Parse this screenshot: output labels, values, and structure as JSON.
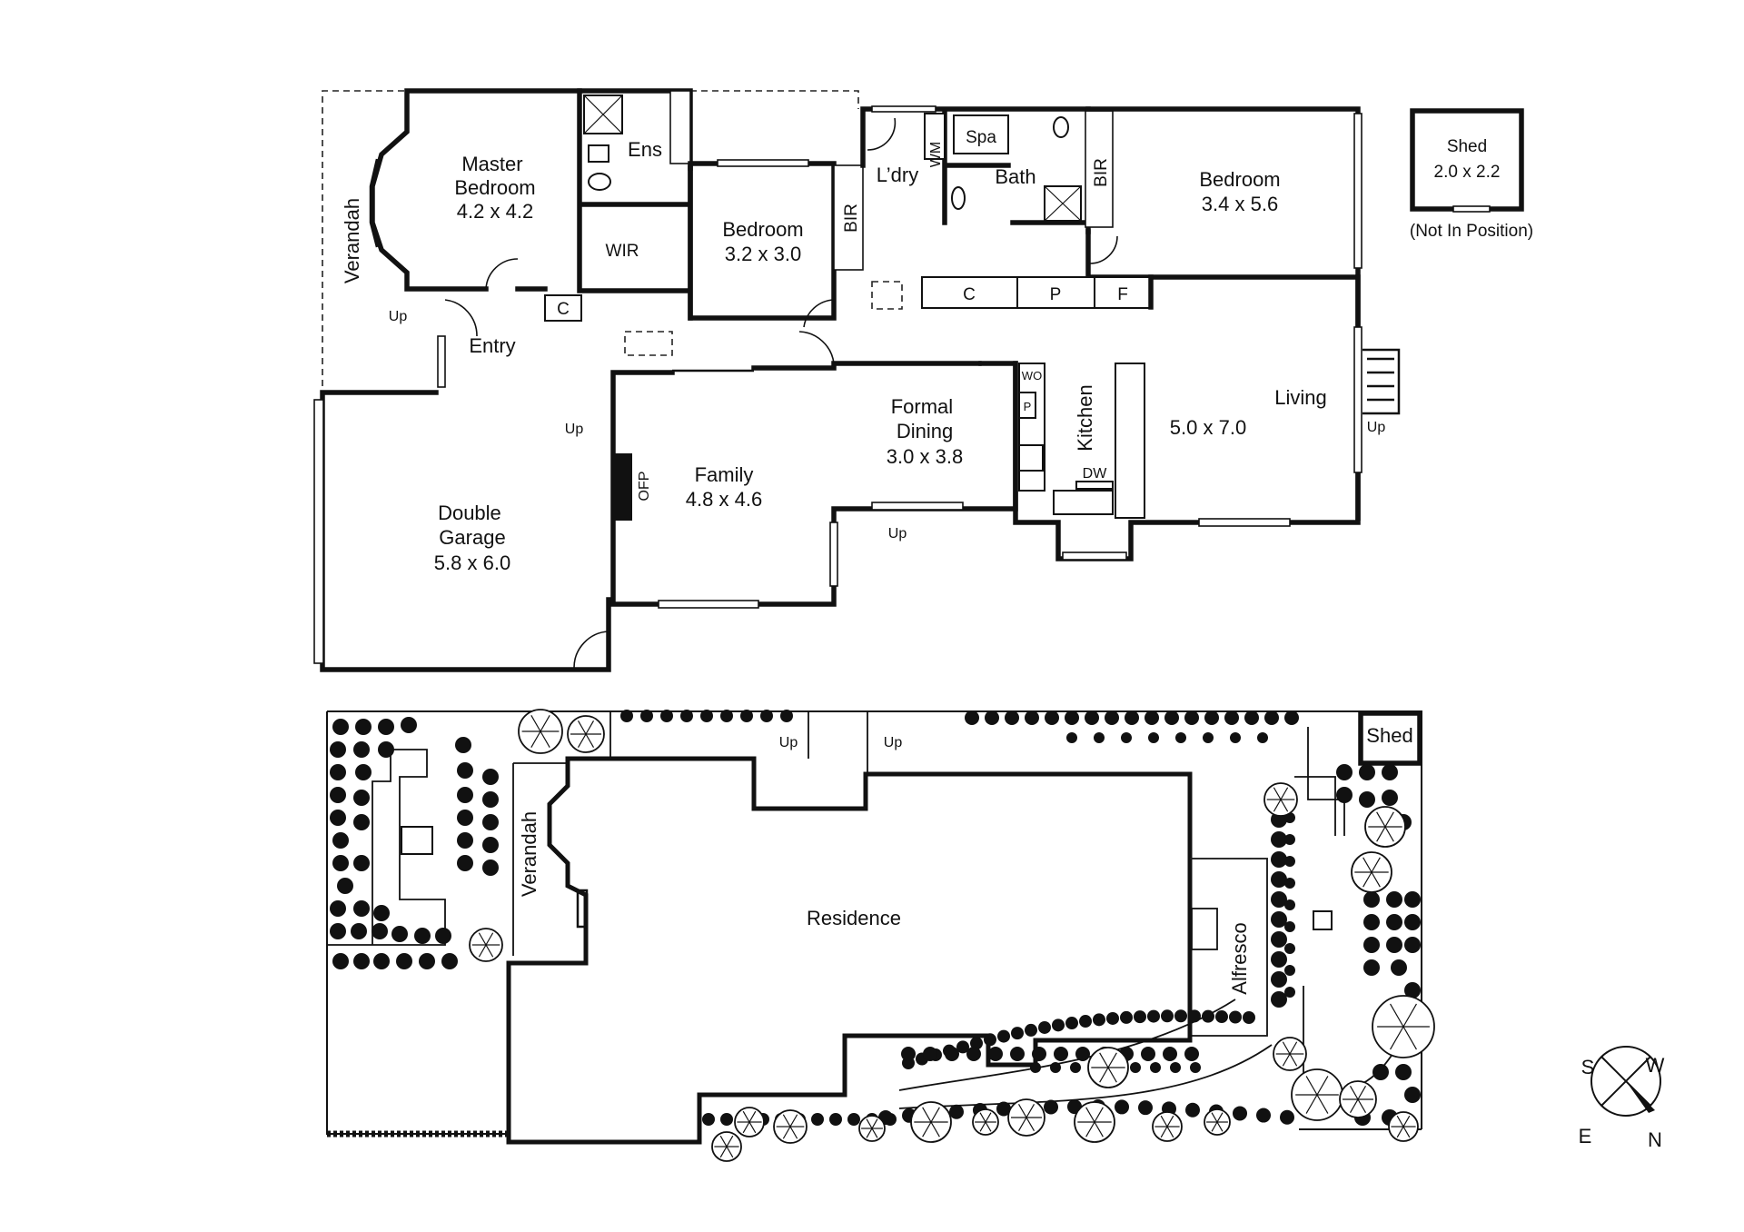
{
  "floorplan": {
    "rooms": [
      {
        "id": "master",
        "name": "Master\nBedroom",
        "size": "4.2 x 4.2"
      },
      {
        "id": "ens",
        "name": "Ens",
        "size": ""
      },
      {
        "id": "wir",
        "name": "WIR",
        "size": ""
      },
      {
        "id": "bed2",
        "name": "Bedroom",
        "size": "3.2 x 3.0"
      },
      {
        "id": "ldry",
        "name": "L’dry",
        "size": ""
      },
      {
        "id": "bath",
        "name": "Bath",
        "size": ""
      },
      {
        "id": "bed3",
        "name": "Bedroom",
        "size": "3.4 x 5.6"
      },
      {
        "id": "entry",
        "name": "Entry",
        "size": ""
      },
      {
        "id": "garage",
        "name": "Double\nGarage",
        "size": "5.8 x 6.0"
      },
      {
        "id": "family",
        "name": "Family",
        "size": "4.8 x 4.6"
      },
      {
        "id": "dining",
        "name": "Formal\nDining",
        "size": "3.0 x 3.8"
      },
      {
        "id": "living",
        "name": "Living",
        "size": ""
      },
      {
        "id": "kitchen_living_size",
        "name": "",
        "size": "5.0 x 7.0"
      }
    ],
    "fixtures": {
      "spa": "Spa",
      "wm": "WM",
      "bir": "BIR",
      "c": "C",
      "p": "P",
      "f": "F",
      "wo": "WO",
      "dw": "DW",
      "ofp": "OFP",
      "kitchen": "Kitchen",
      "verandah": "Verandah"
    },
    "up": "Up",
    "shed": {
      "name": "Shed",
      "size": "2.0 x 2.2",
      "note": "(Not In Position)"
    }
  },
  "siteplan": {
    "residence": "Residence",
    "verandah": "Verandah",
    "alfresco": "Alfresco",
    "shed": "Shed",
    "up": "Up"
  },
  "compass": {
    "s": "S",
    "w": "W",
    "e": "E",
    "n": "N"
  }
}
